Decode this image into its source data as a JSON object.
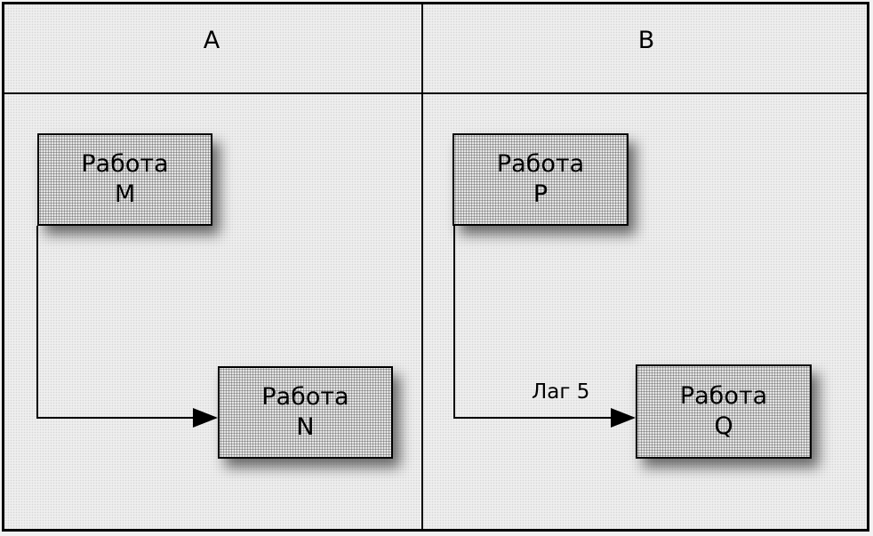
{
  "panels": [
    {
      "header": "A",
      "predecessor": {
        "line1": "Работа",
        "line2": "M"
      },
      "successor": {
        "line1": "Работа",
        "line2": "N"
      },
      "link_label": ""
    },
    {
      "header": "B",
      "predecessor": {
        "line1": "Работа",
        "line2": "P"
      },
      "successor": {
        "line1": "Работа",
        "line2": "Q"
      },
      "link_label": "Лаг 5"
    }
  ]
}
